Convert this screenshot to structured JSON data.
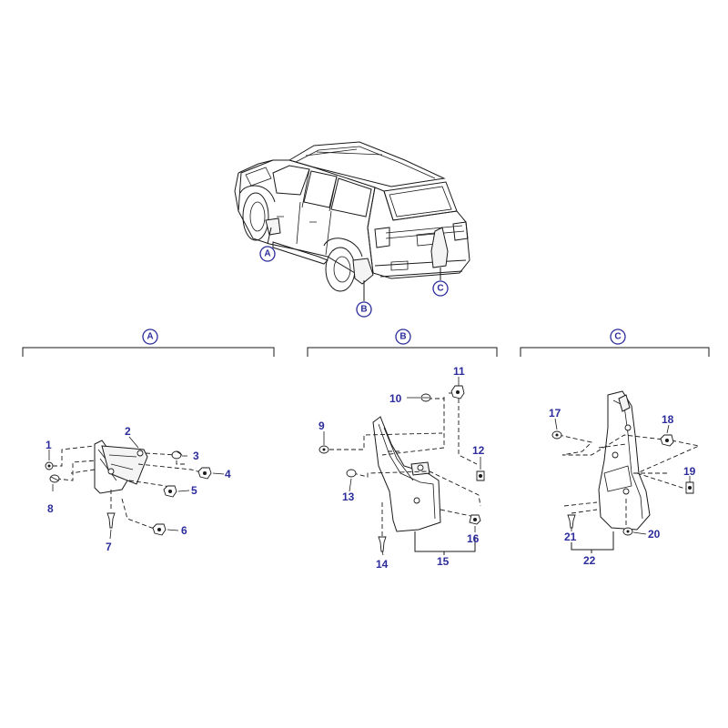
{
  "callouts": {
    "A": "A",
    "B": "B",
    "C": "C"
  },
  "section_labels": {
    "A": "A",
    "B": "B",
    "C": "C"
  },
  "parts": {
    "p1": "1",
    "p2": "2",
    "p3": "3",
    "p4": "4",
    "p5": "5",
    "p6": "6",
    "p7": "7",
    "p8": "8",
    "p9": "9",
    "p10": "10",
    "p11": "11",
    "p12": "12",
    "p13": "13",
    "p14": "14",
    "p15": "15",
    "p16": "16",
    "p17": "17",
    "p18": "18",
    "p19": "19",
    "p20": "20",
    "p21": "21",
    "p22": "22"
  },
  "colors": {
    "label": "#2c2c9c",
    "line": "#1a1a1a",
    "background": "#ffffff"
  }
}
